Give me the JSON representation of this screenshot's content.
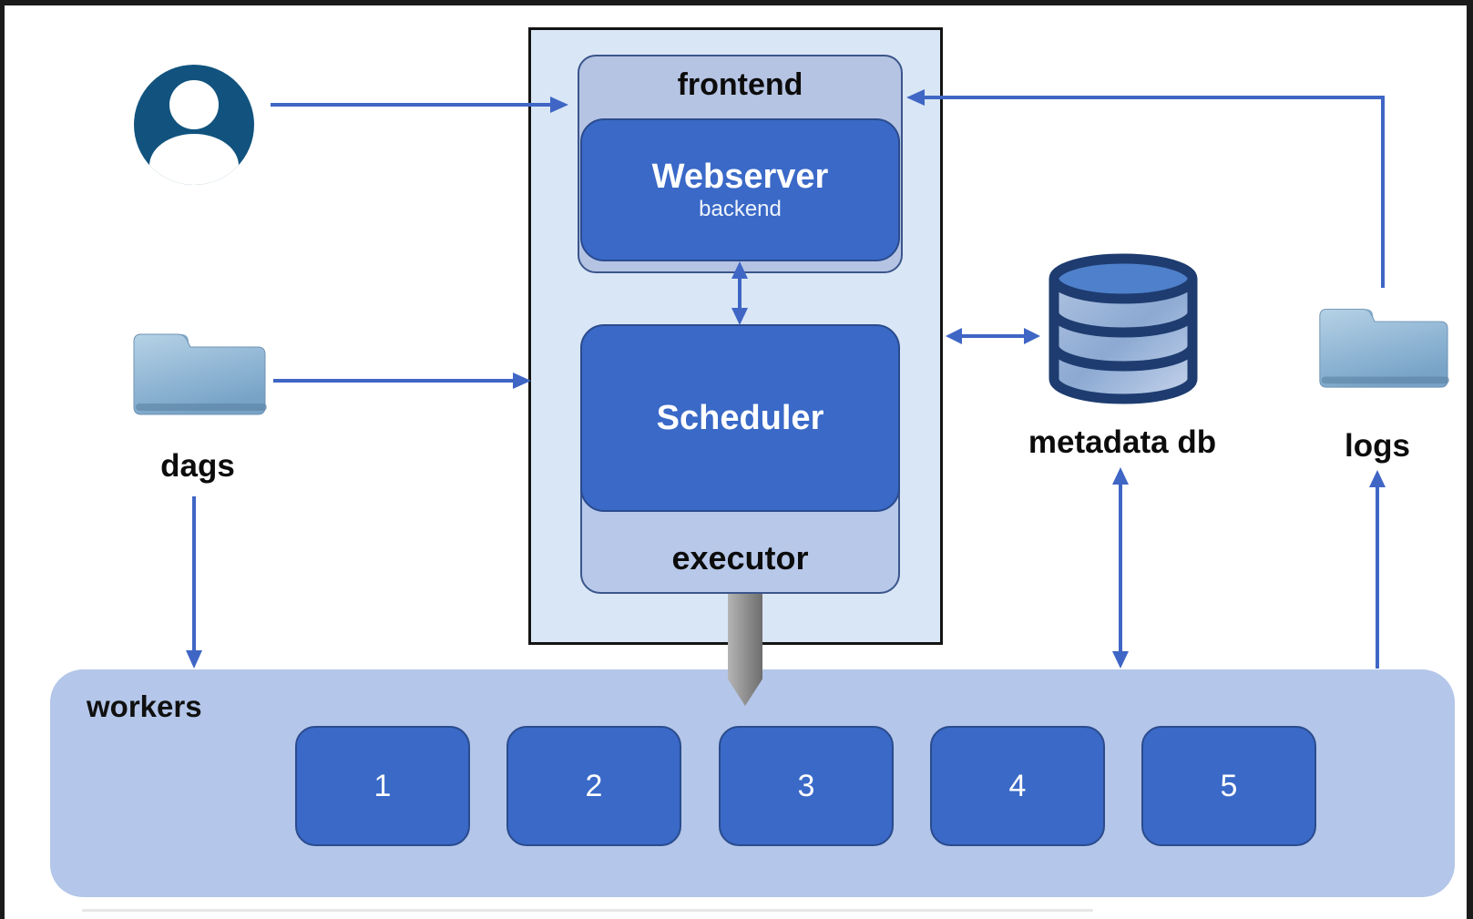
{
  "diagram_title": "airflow-architecture",
  "colors": {
    "box_blue": "#3a69c7",
    "panel_light": "#b6c6e8",
    "container_bg": "#d9e6f5",
    "container_border": "#141414",
    "arrow_blue": "#3f66c5",
    "avatar_navy": "#11537e",
    "db_outline": "#1e3c70",
    "db_top": "#4f80cb",
    "folder_blue": "#8db4d2",
    "gray_arrow": "#8d8d8d",
    "text_dark": "#0c0c0c",
    "text_light": "#ffffff"
  },
  "icons": {
    "user": "user-avatar-icon",
    "dags": "folder-icon",
    "logs": "folder-icon",
    "metadata_db": "database-icon",
    "executor_flow": "thick-down-arrow"
  },
  "nodes": {
    "frontend": {
      "label": "frontend"
    },
    "webserver": {
      "label": "Webserver",
      "sublabel": "backend"
    },
    "scheduler": {
      "label": "Scheduler"
    },
    "executor": {
      "label": "executor"
    },
    "dags": {
      "label": "dags"
    },
    "metadata_db": {
      "label": "metadata db"
    },
    "logs": {
      "label": "logs"
    },
    "workers": {
      "label": "workers",
      "items": [
        "1",
        "2",
        "3",
        "4",
        "5"
      ]
    }
  },
  "connections": [
    {
      "from": "user",
      "to": "frontend",
      "direction": "one-way"
    },
    {
      "from": "dags",
      "to": "scheduler-container",
      "direction": "one-way"
    },
    {
      "from": "webserver",
      "to": "scheduler",
      "direction": "two-way"
    },
    {
      "from": "scheduler-container",
      "to": "metadata_db",
      "direction": "two-way"
    },
    {
      "from": "logs",
      "to": "frontend",
      "direction": "one-way"
    },
    {
      "from": "executor",
      "to": "workers",
      "direction": "one-way-thick"
    },
    {
      "from": "dags",
      "to": "workers",
      "direction": "one-way"
    },
    {
      "from": "metadata_db",
      "to": "workers",
      "direction": "two-way"
    },
    {
      "from": "workers",
      "to": "logs",
      "direction": "one-way"
    }
  ]
}
